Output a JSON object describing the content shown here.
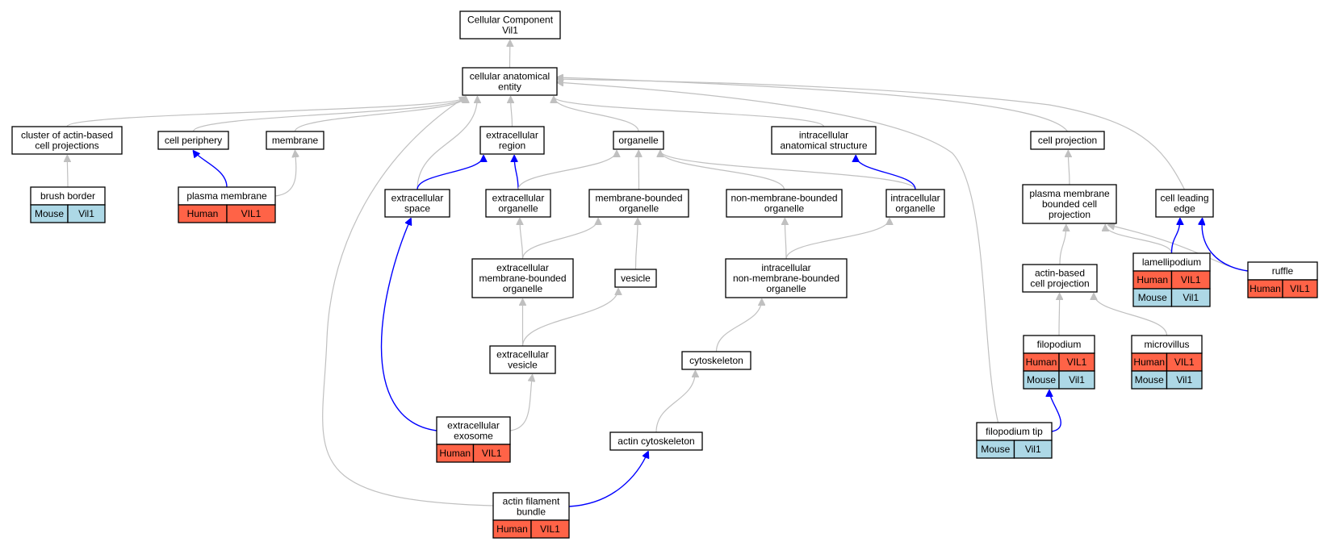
{
  "colors": {
    "human": "#ff6347",
    "mouse": "#add8e6",
    "is_a": "#c0c0c0",
    "part_of": "#0000ff"
  },
  "nodes": [
    {
      "id": "root",
      "lines": [
        "Cellular Component",
        "Vil1"
      ]
    },
    {
      "id": "cae",
      "lines": [
        "cellular anatomical",
        "entity"
      ]
    },
    {
      "id": "cluster",
      "lines": [
        "cluster of actin-based",
        "cell projections"
      ]
    },
    {
      "id": "periphery",
      "lines": [
        "cell periphery"
      ]
    },
    {
      "id": "membrane",
      "lines": [
        "membrane"
      ]
    },
    {
      "id": "ecregion",
      "lines": [
        "extracellular",
        "region"
      ]
    },
    {
      "id": "organelle",
      "lines": [
        "organelle"
      ]
    },
    {
      "id": "ias",
      "lines": [
        "intracellular",
        "anatomical structure"
      ]
    },
    {
      "id": "cellproj",
      "lines": [
        "cell projection"
      ]
    },
    {
      "id": "brush",
      "lines": [
        "brush border"
      ],
      "cells": [
        {
          "sp": "Mouse",
          "gene": "Vil1"
        }
      ]
    },
    {
      "id": "plasma",
      "lines": [
        "plasma membrane"
      ],
      "cells": [
        {
          "sp": "Human",
          "gene": "VIL1"
        }
      ]
    },
    {
      "id": "ecspace",
      "lines": [
        "extracellular",
        "space"
      ]
    },
    {
      "id": "ecorg",
      "lines": [
        "extracellular",
        "organelle"
      ]
    },
    {
      "id": "mbo",
      "lines": [
        "membrane-bounded",
        "organelle"
      ]
    },
    {
      "id": "nmbo",
      "lines": [
        "non-membrane-bounded",
        "organelle"
      ]
    },
    {
      "id": "icorg",
      "lines": [
        "intracellular",
        "organelle"
      ]
    },
    {
      "id": "pmbcp",
      "lines": [
        "plasma membrane",
        "bounded cell",
        "projection"
      ]
    },
    {
      "id": "leading",
      "lines": [
        "cell leading",
        "edge"
      ]
    },
    {
      "id": "ecmbo",
      "lines": [
        "extracellular",
        "membrane-bounded",
        "organelle"
      ]
    },
    {
      "id": "vesicle",
      "lines": [
        "vesicle"
      ]
    },
    {
      "id": "icnmbo",
      "lines": [
        "intracellular",
        "non-membrane-bounded",
        "organelle"
      ]
    },
    {
      "id": "abcp",
      "lines": [
        "actin-based",
        "cell projection"
      ]
    },
    {
      "id": "lamelli",
      "lines": [
        "lamellipodium"
      ],
      "cells": [
        {
          "sp": "Human",
          "gene": "VIL1"
        },
        {
          "sp": "Mouse",
          "gene": "Vil1"
        }
      ]
    },
    {
      "id": "ruffle",
      "lines": [
        "ruffle"
      ],
      "cells": [
        {
          "sp": "Human",
          "gene": "VIL1"
        }
      ]
    },
    {
      "id": "ecves",
      "lines": [
        "extracellular",
        "vesicle"
      ]
    },
    {
      "id": "cytosk",
      "lines": [
        "cytoskeleton"
      ]
    },
    {
      "id": "filopod",
      "lines": [
        "filopodium"
      ],
      "cells": [
        {
          "sp": "Human",
          "gene": "VIL1"
        },
        {
          "sp": "Mouse",
          "gene": "Vil1"
        }
      ]
    },
    {
      "id": "microv",
      "lines": [
        "microvillus"
      ],
      "cells": [
        {
          "sp": "Human",
          "gene": "VIL1"
        },
        {
          "sp": "Mouse",
          "gene": "Vil1"
        }
      ]
    },
    {
      "id": "exosome",
      "lines": [
        "extracellular",
        "exosome"
      ],
      "cells": [
        {
          "sp": "Human",
          "gene": "VIL1"
        }
      ]
    },
    {
      "id": "actincyto",
      "lines": [
        "actin cytoskeleton"
      ]
    },
    {
      "id": "filotip",
      "lines": [
        "filopodium tip"
      ],
      "cells": [
        {
          "sp": "Mouse",
          "gene": "Vil1"
        }
      ]
    },
    {
      "id": "afb",
      "lines": [
        "actin filament",
        "bundle"
      ],
      "cells": [
        {
          "sp": "Human",
          "gene": "VIL1"
        }
      ]
    }
  ],
  "edges": [
    {
      "from": "cae",
      "to": "root",
      "type": "is_a"
    },
    {
      "from": "cluster",
      "to": "cae",
      "type": "is_a"
    },
    {
      "from": "periphery",
      "to": "cae",
      "type": "is_a"
    },
    {
      "from": "membrane",
      "to": "cae",
      "type": "is_a"
    },
    {
      "from": "ecregion",
      "to": "cae",
      "type": "is_a"
    },
    {
      "from": "organelle",
      "to": "cae",
      "type": "is_a"
    },
    {
      "from": "ias",
      "to": "cae",
      "type": "is_a"
    },
    {
      "from": "cellproj",
      "to": "cae",
      "type": "is_a"
    },
    {
      "from": "leading",
      "to": "cae",
      "type": "is_a"
    },
    {
      "from": "ecspace",
      "to": "cae",
      "type": "is_a"
    },
    {
      "from": "afb",
      "to": "cae",
      "type": "is_a"
    },
    {
      "from": "filotip",
      "to": "cae",
      "type": "is_a"
    },
    {
      "from": "brush",
      "to": "cluster",
      "type": "is_a"
    },
    {
      "from": "plasma",
      "to": "periphery",
      "type": "part_of"
    },
    {
      "from": "plasma",
      "to": "membrane",
      "type": "is_a"
    },
    {
      "from": "ecspace",
      "to": "ecregion",
      "type": "part_of"
    },
    {
      "from": "ecorg",
      "to": "ecregion",
      "type": "part_of"
    },
    {
      "from": "ecorg",
      "to": "organelle",
      "type": "is_a"
    },
    {
      "from": "mbo",
      "to": "organelle",
      "type": "is_a"
    },
    {
      "from": "nmbo",
      "to": "organelle",
      "type": "is_a"
    },
    {
      "from": "icorg",
      "to": "organelle",
      "type": "is_a"
    },
    {
      "from": "icorg",
      "to": "ias",
      "type": "part_of"
    },
    {
      "from": "pmbcp",
      "to": "cellproj",
      "type": "is_a"
    },
    {
      "from": "ecmbo",
      "to": "ecorg",
      "type": "is_a"
    },
    {
      "from": "ecmbo",
      "to": "mbo",
      "type": "is_a"
    },
    {
      "from": "vesicle",
      "to": "mbo",
      "type": "is_a"
    },
    {
      "from": "icnmbo",
      "to": "nmbo",
      "type": "is_a"
    },
    {
      "from": "icnmbo",
      "to": "icorg",
      "type": "is_a"
    },
    {
      "from": "abcp",
      "to": "pmbcp",
      "type": "is_a"
    },
    {
      "from": "lamelli",
      "to": "pmbcp",
      "type": "is_a"
    },
    {
      "from": "ruffle",
      "to": "pmbcp",
      "type": "is_a"
    },
    {
      "from": "lamelli",
      "to": "leading",
      "type": "part_of"
    },
    {
      "from": "ruffle",
      "to": "leading",
      "type": "part_of"
    },
    {
      "from": "ecves",
      "to": "ecmbo",
      "type": "is_a"
    },
    {
      "from": "ecves",
      "to": "vesicle",
      "type": "is_a"
    },
    {
      "from": "cytosk",
      "to": "icnmbo",
      "type": "is_a"
    },
    {
      "from": "filopod",
      "to": "abcp",
      "type": "is_a"
    },
    {
      "from": "microv",
      "to": "abcp",
      "type": "is_a"
    },
    {
      "from": "exosome",
      "to": "ecves",
      "type": "is_a"
    },
    {
      "from": "exosome",
      "to": "ecspace",
      "type": "part_of"
    },
    {
      "from": "actincyto",
      "to": "cytosk",
      "type": "is_a"
    },
    {
      "from": "filotip",
      "to": "filopod",
      "type": "part_of"
    },
    {
      "from": "afb",
      "to": "actincyto",
      "type": "part_of"
    }
  ]
}
